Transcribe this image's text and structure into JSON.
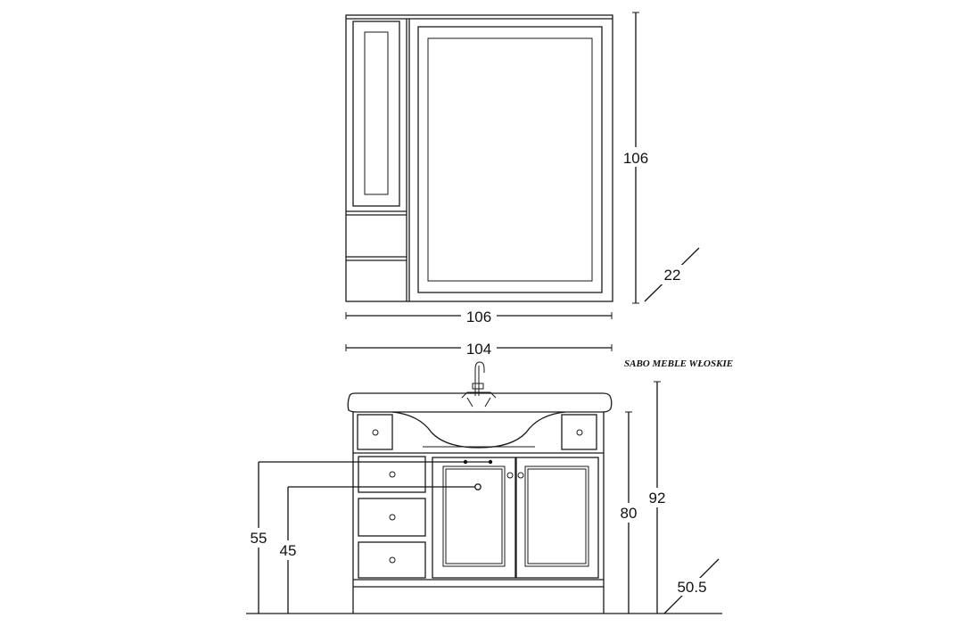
{
  "brand": "SABO MEBLE WŁOSKIE",
  "colors": {
    "line": "#1a1a1a",
    "background": "#ffffff"
  },
  "dimensions": {
    "mirror_height": "106",
    "mirror_depth": "22",
    "mirror_width": "106",
    "vanity_width": "104",
    "vanity_total_height": "92",
    "vanity_body_height": "80",
    "vanity_depth": "50.5",
    "drain_height_upper": "55",
    "drain_height_lower": "45"
  }
}
